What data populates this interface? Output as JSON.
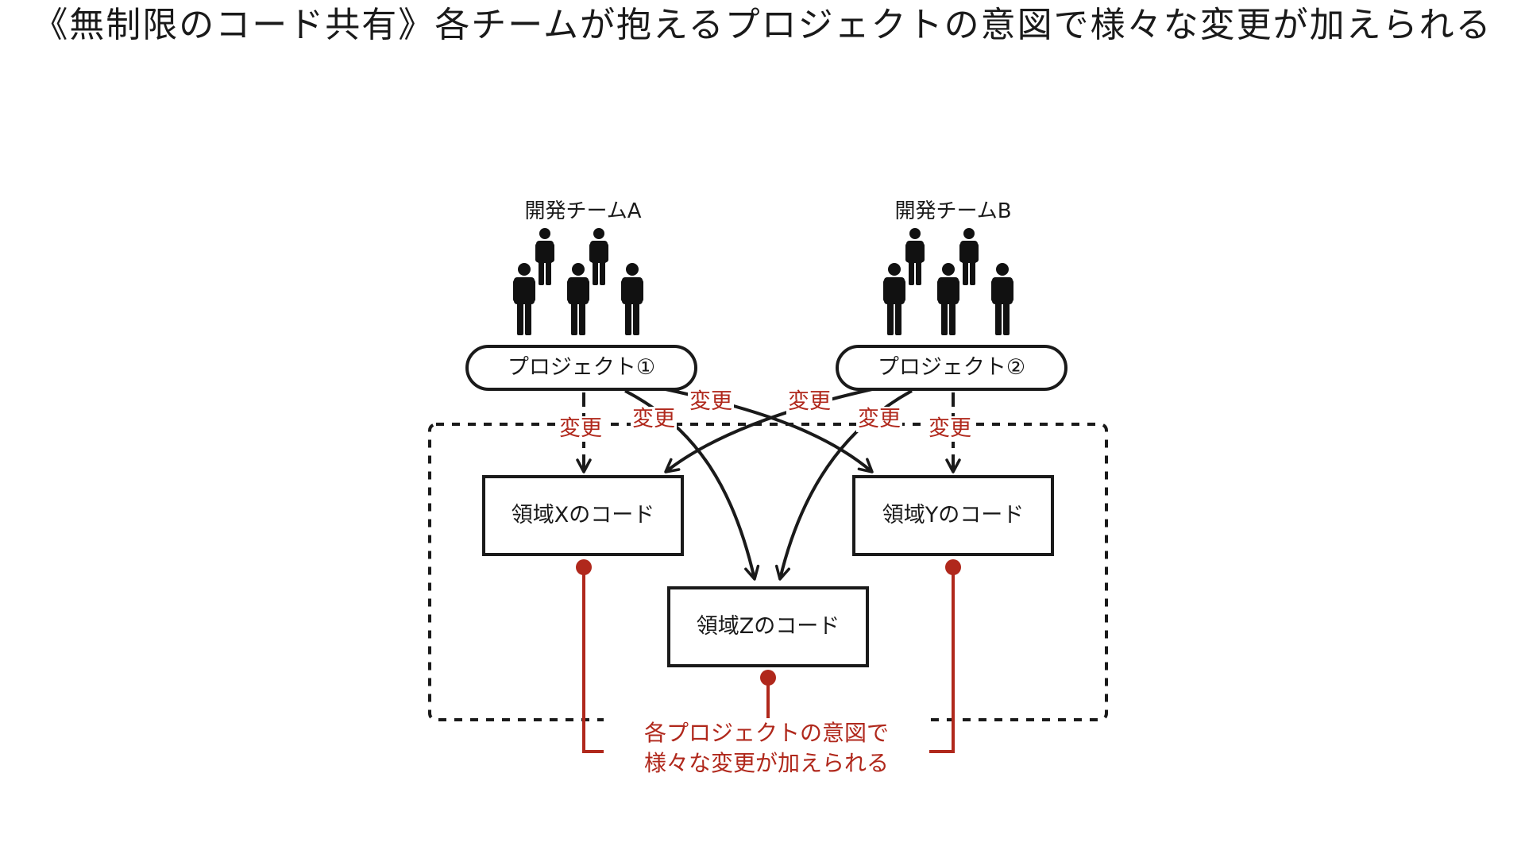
{
  "title": "《無制限のコード共有》各チームが抱えるプロジェクトの意図で様々な変更が加えられる",
  "colors": {
    "ink": "#1a1a1a",
    "accent_red": "#b0281c",
    "background": "#ffffff"
  },
  "teams": [
    {
      "label": "開発チームA",
      "icon": "people-group-icon"
    },
    {
      "label": "開発チームB",
      "icon": "people-group-icon"
    }
  ],
  "projects": [
    {
      "label": "プロジェクト①"
    },
    {
      "label": "プロジェクト②"
    }
  ],
  "code_areas": [
    {
      "label": "領域Xのコード"
    },
    {
      "label": "領域Yのコード"
    },
    {
      "label": "領域Zのコード"
    }
  ],
  "change_label": "変更",
  "note": {
    "line1": "各プロジェクトの意図で",
    "line2": "様々な変更が加えられる"
  }
}
